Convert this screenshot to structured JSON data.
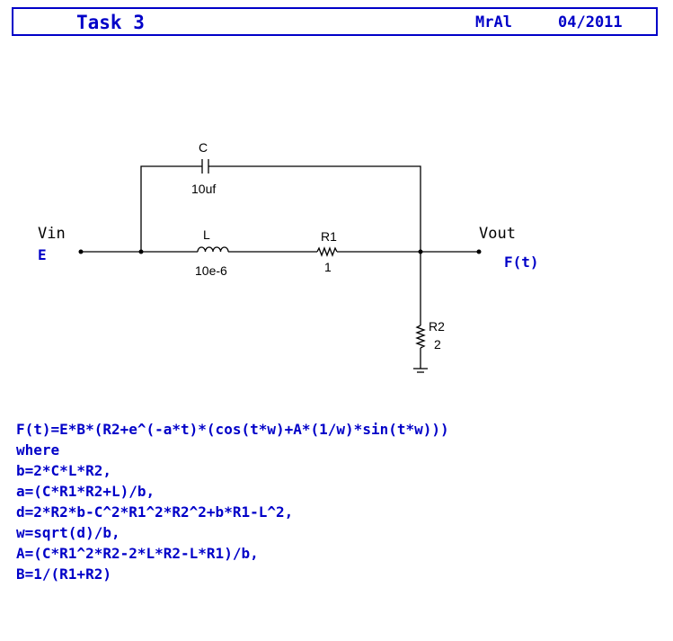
{
  "header": {
    "title": "Task 3",
    "author": "MrAl",
    "date": "04/2011"
  },
  "circuit": {
    "input": {
      "label": "Vin",
      "signal": "E"
    },
    "output": {
      "label": "Vout",
      "signal": "F(t)"
    },
    "components": {
      "C": {
        "name": "C",
        "value": "10uf"
      },
      "L": {
        "name": "L",
        "value": "10e-6"
      },
      "R1": {
        "name": "R1",
        "value": "1"
      },
      "R2": {
        "name": "R2",
        "value": "2"
      }
    }
  },
  "formula": {
    "lines": [
      "F(t)=E*B*(R2+e^(-a*t)*(cos(t*w)+A*(1/w)*sin(t*w)))",
      "where",
      "b=2*C*L*R2,",
      "a=(C*R1*R2+L)/b,",
      "d=2*R2*b-C^2*R1^2*R2^2+b*R1-L^2,",
      "w=sqrt(d)/b,",
      "A=(C*R1^2*R2-2*L*R2-L*R1)/b,",
      "B=1/(R1+R2)"
    ]
  }
}
